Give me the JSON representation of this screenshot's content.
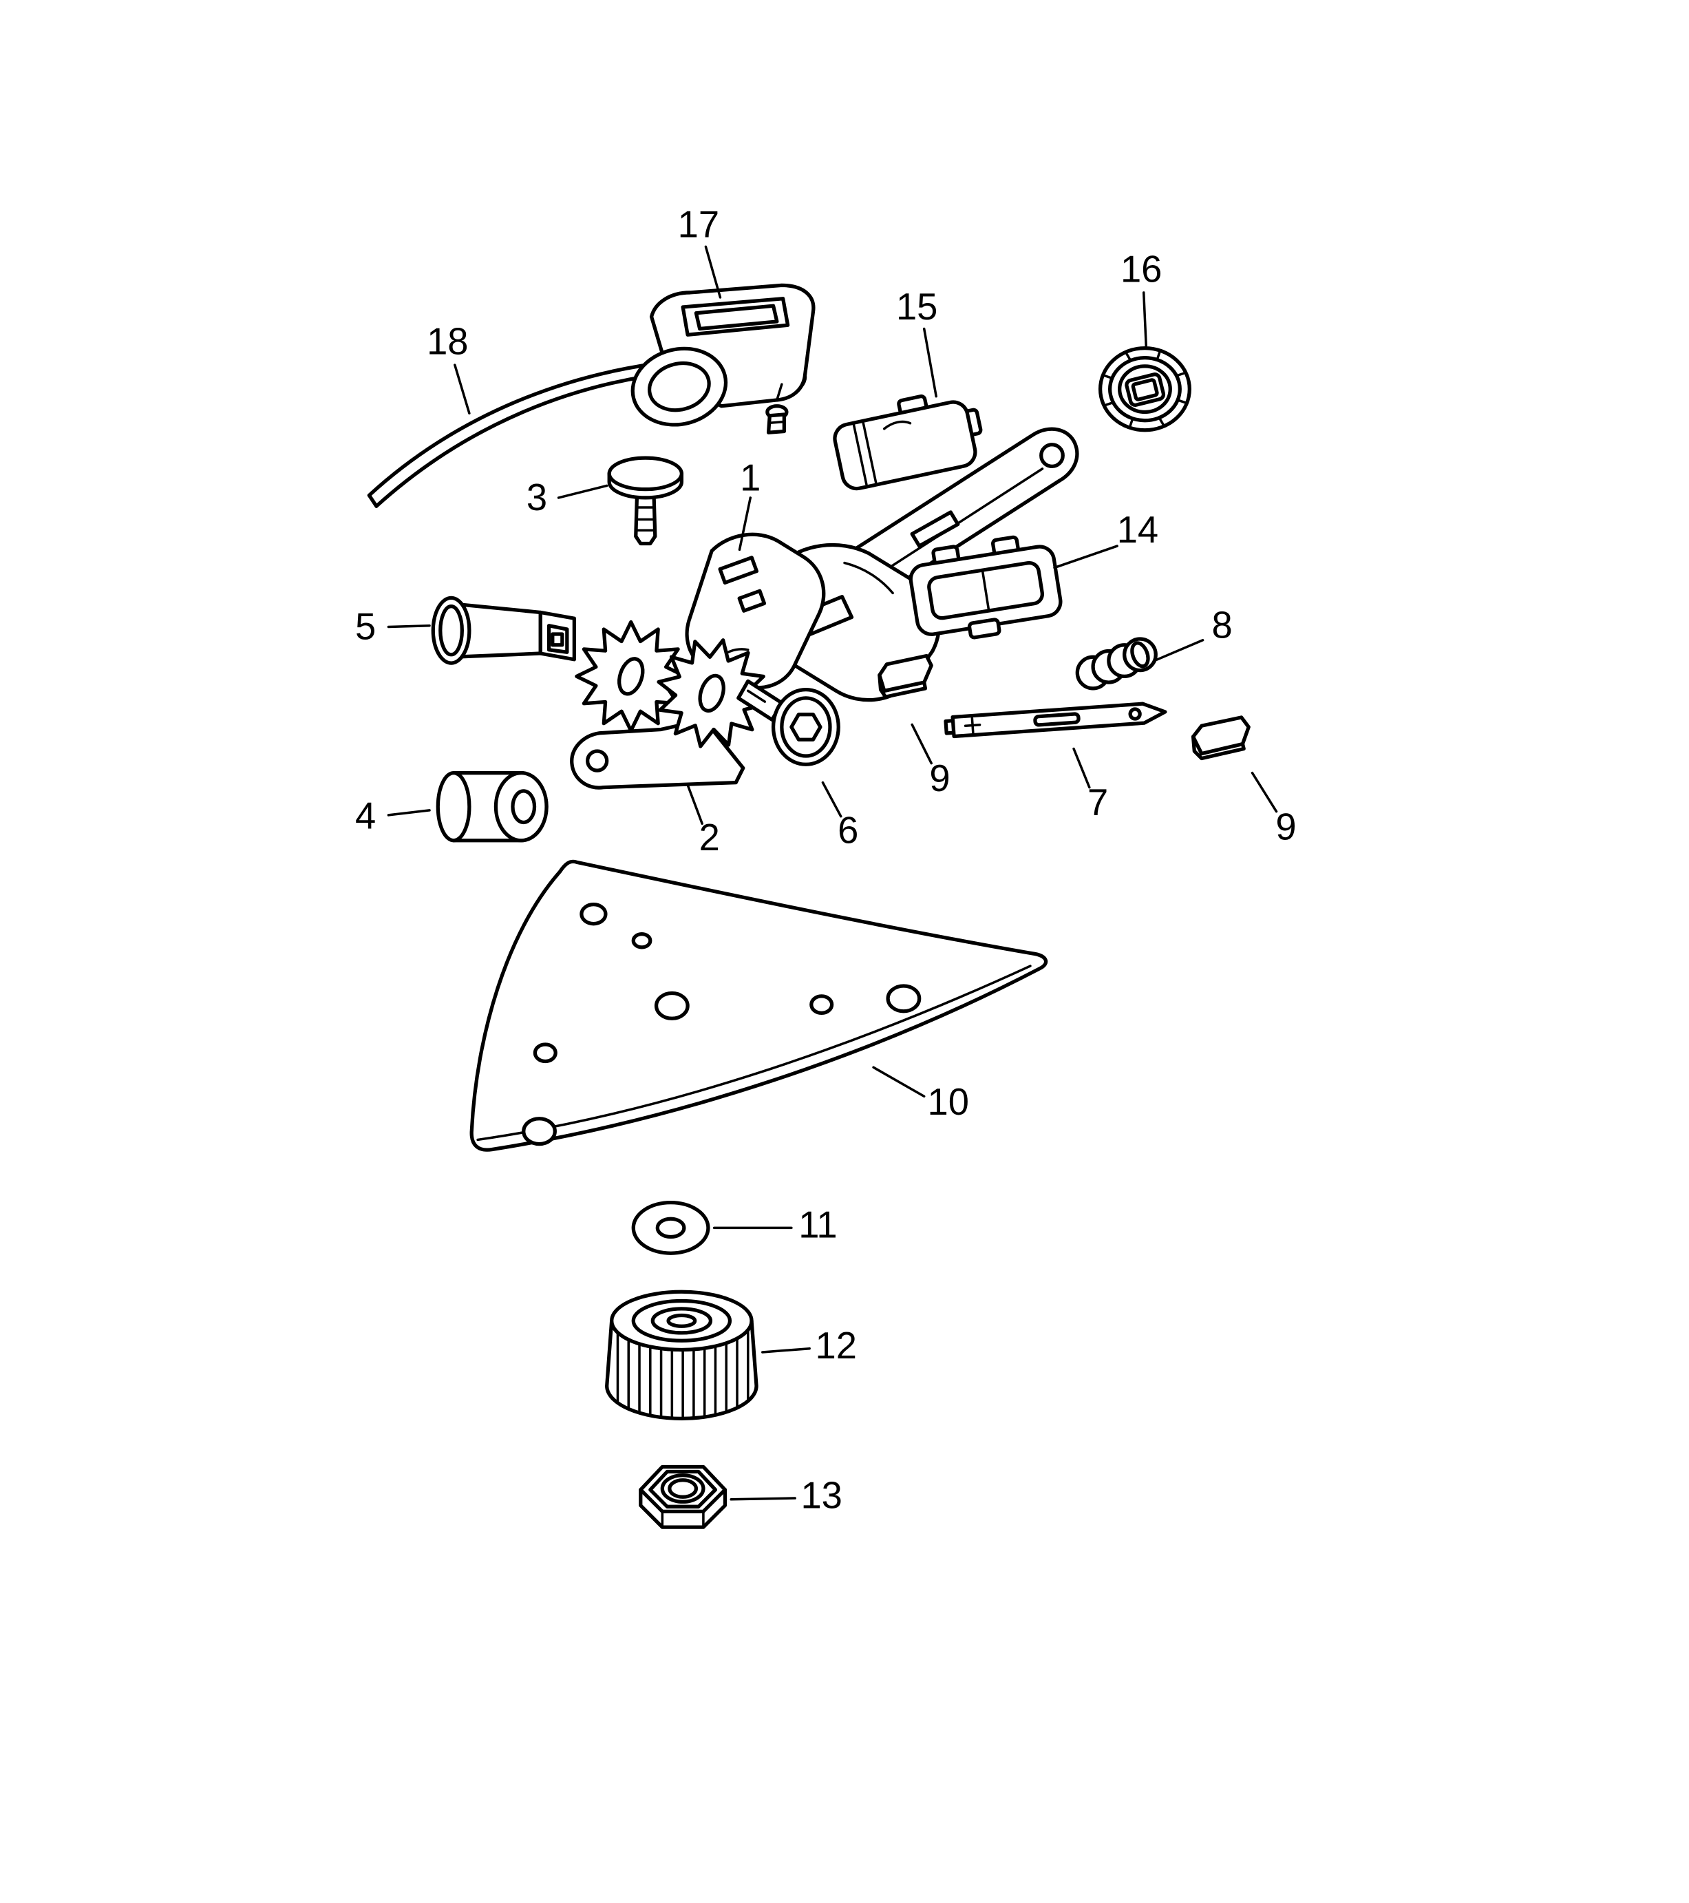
{
  "diagram": {
    "background": "#ffffff",
    "line_color": "#000000",
    "callouts": [
      {
        "text": "1"
      },
      {
        "text": "2"
      },
      {
        "text": "3"
      },
      {
        "text": "4"
      },
      {
        "text": "5"
      },
      {
        "text": "6"
      },
      {
        "text": "7"
      },
      {
        "text": "8"
      },
      {
        "text": "9"
      },
      {
        "text": "9"
      },
      {
        "text": "10"
      },
      {
        "text": "11"
      },
      {
        "text": "12"
      },
      {
        "text": "13"
      },
      {
        "text": "14"
      },
      {
        "text": "15"
      },
      {
        "text": "16"
      },
      {
        "text": "17"
      },
      {
        "text": "18"
      }
    ]
  }
}
